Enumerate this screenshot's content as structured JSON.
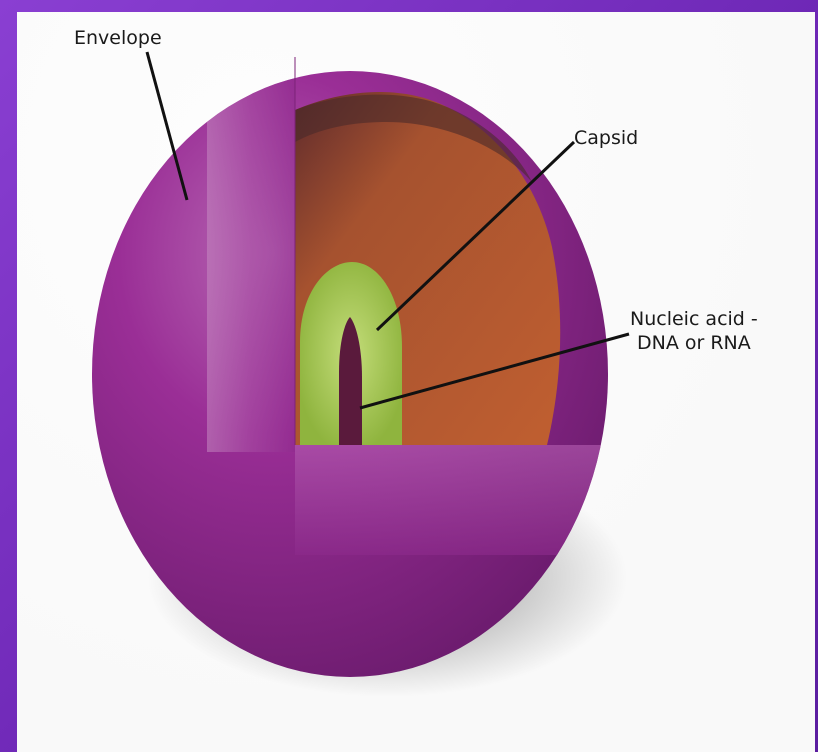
{
  "labels": {
    "envelope": "Envelope",
    "capsid": "Capsid",
    "nucleic_line1": "Nucleic acid -",
    "nucleic_line2": "DNA or RNA"
  },
  "colors": {
    "envelope": "#8f2a8e",
    "capsid_interior": "#b5572f",
    "nucleic_shell": "#9fc44a",
    "nucleic_core": "#5a1a3c",
    "background_frame": "#7a2fc0"
  }
}
